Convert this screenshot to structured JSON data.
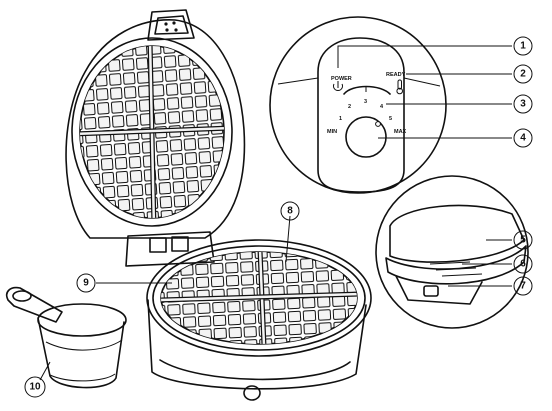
{
  "callouts": [
    "1",
    "2",
    "3",
    "4",
    "5",
    "6",
    "7",
    "8",
    "9",
    "10"
  ],
  "panel": {
    "power_label": "POWER",
    "ready_label": "READY",
    "min_label": "MIN",
    "max_label": "MAX",
    "dial_marks": [
      "1",
      "2",
      "3",
      "4",
      "5"
    ]
  },
  "icons": [
    "power-icon",
    "thermometer-icon"
  ],
  "colors": {
    "line": "#111111",
    "body_fill": "#f4f4f4",
    "plate_fill": "#e6e6e6"
  }
}
